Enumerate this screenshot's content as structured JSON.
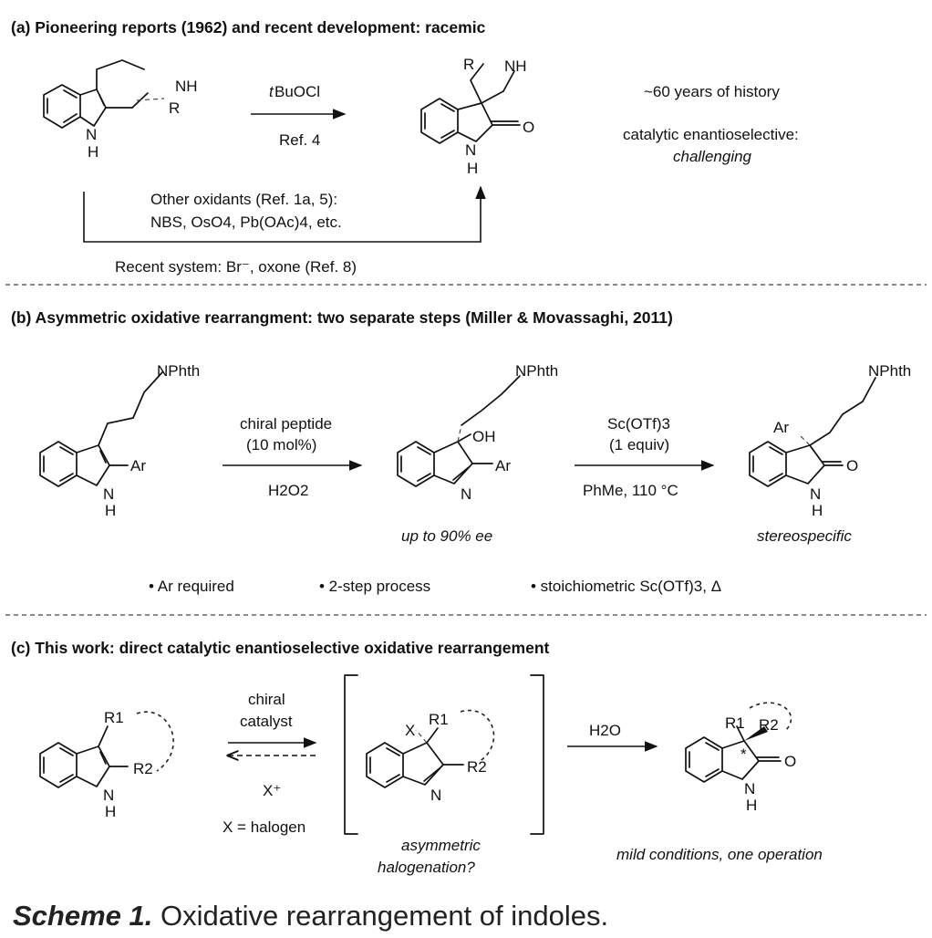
{
  "panel_a": {
    "heading": "(a) Pioneering reports (1962) and recent development: racemic",
    "reagent": "BuOCl",
    "reagent_prefix": "t",
    "reference": "Ref. 4",
    "note_history": "~60 years of history",
    "note_catalytic": "catalytic enantioselective:",
    "note_challenging": "challenging",
    "other_oxidants_line1": "Other oxidants (Ref. 1a, 5):",
    "other_oxidants_line2": "NBS, OsO4, Pb(OAc)4, etc.",
    "recent_system": "Recent system: Br⁻, oxone (Ref. 8)",
    "substrate_atoms": {
      "nh_top": "NH",
      "r": "R",
      "n": "N",
      "h": "H"
    },
    "product_atoms": {
      "r": "R",
      "nh": "NH",
      "o": "O",
      "n": "N",
      "h": "H"
    }
  },
  "panel_b": {
    "heading": "(b)  Asymmetric oxidative rearrangment: two separate steps (Miller & Movassaghi, 2011)",
    "step1_line1": "chiral peptide",
    "step1_line2": "(10 mol%)",
    "step1_line3": "H2O2",
    "step2_line1": "Sc(OTf)3",
    "step2_line2": "(1 equiv)",
    "step2_line3": "PhMe, 110 °C",
    "intermediate_label": "up to 90% ee",
    "product_label": "stereospecific",
    "bullets": [
      "• Ar required",
      "• 2-step process",
      "• stoichiometric Sc(OTf)3, Δ"
    ],
    "atoms": {
      "nphth": "NPhth",
      "ar": "Ar",
      "oh": "OH",
      "o": "O",
      "n": "N",
      "h": "H"
    }
  },
  "panel_c": {
    "heading": "(c) This work: direct catalytic enantioselective oxidative rearrangement",
    "catalyst_line1": "chiral",
    "catalyst_line2": "catalyst",
    "x_plus": "X⁺",
    "x_def": "X = halogen",
    "intermediate_label_line1": "asymmetric",
    "intermediate_label_line2": "halogenation?",
    "water": "H2O",
    "product_label": "mild conditions, one operation",
    "atoms": {
      "r1": "R1",
      "r2": "R2",
      "x": "X",
      "o": "O",
      "n": "N",
      "h": "H",
      "star": "*"
    }
  },
  "caption": {
    "title": "Scheme 1.",
    "text": "Oxidative rearrangement of indoles."
  }
}
